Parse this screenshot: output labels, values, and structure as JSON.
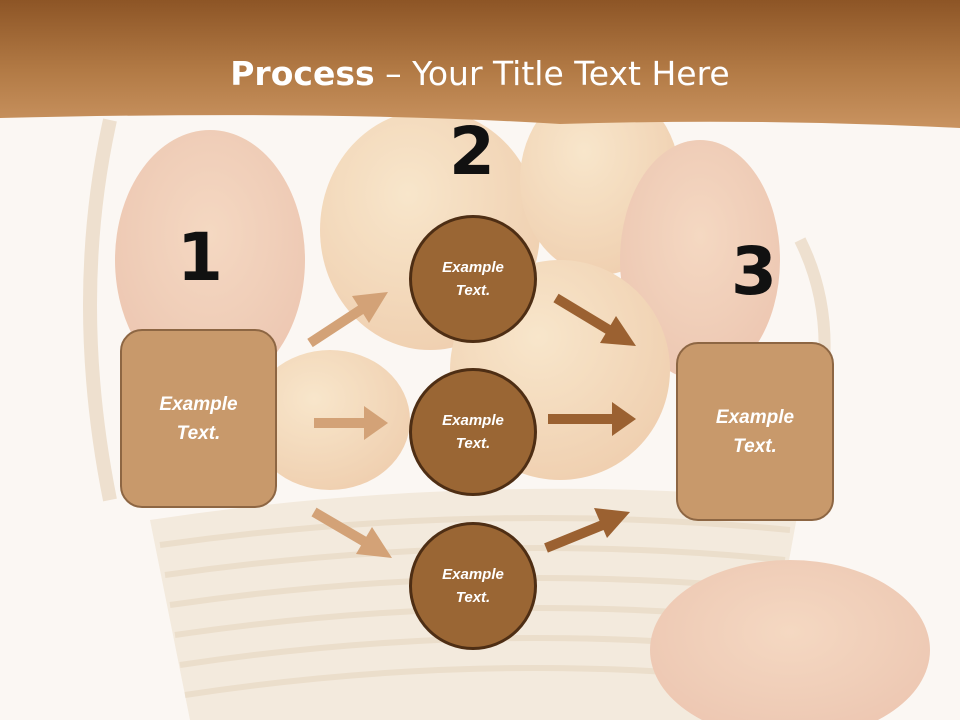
{
  "title": {
    "bold": "Process",
    "rest": " – Your Title Text Here"
  },
  "steps": [
    "1",
    "2",
    "3"
  ],
  "left_box": {
    "line1": "Example",
    "line2": "Text."
  },
  "right_box": {
    "line1": "Example",
    "line2": "Text."
  },
  "circles": [
    {
      "line1": "Example",
      "line2": "Text."
    },
    {
      "line1": "Example",
      "line2": "Text."
    },
    {
      "line1": "Example",
      "line2": "Text."
    }
  ],
  "colors": {
    "banner": "#9a5f2a",
    "box_fill": "#c8996b",
    "circle_fill": "#9a6634",
    "arrow_light": "#d2a077",
    "arrow_dark": "#9a6030"
  }
}
